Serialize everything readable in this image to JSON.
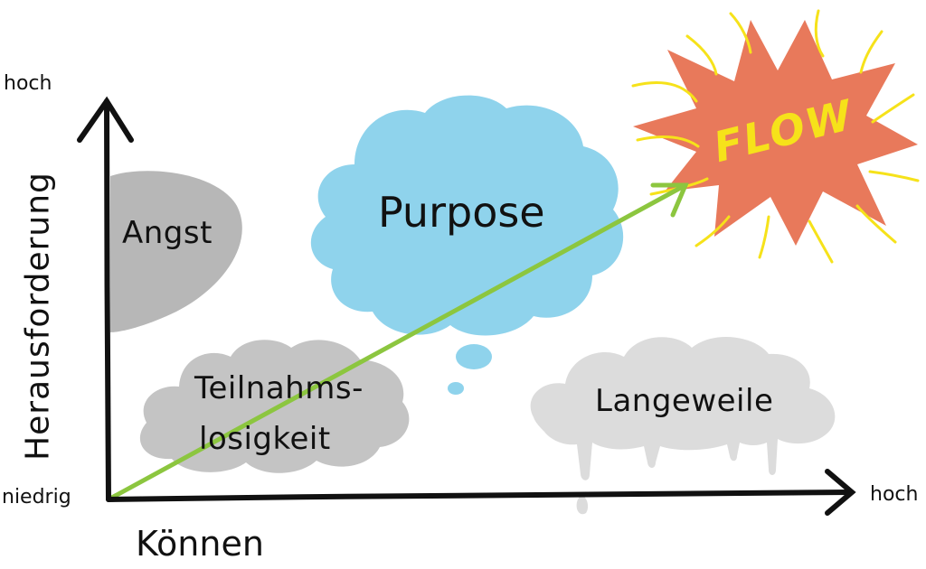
{
  "axes": {
    "y_title": "Herausforderung",
    "y_high": "hoch",
    "origin": "niedrig",
    "x_title": "Können",
    "x_high": "hoch"
  },
  "regions": {
    "angst": "Angst",
    "teilnahms_line1": "Teilnahms-",
    "teilnahms_line2": "losigkeit",
    "langeweile": "Langeweile",
    "purpose": "Purpose",
    "flow": "FLOW"
  },
  "colors": {
    "axis": "#111111",
    "angst_blob": "#b7b7b7",
    "teilnahms_cloud": "#c4c4c4",
    "langeweile_cloud": "#dcdcdc",
    "purpose_cloud": "#8fd3ec",
    "growth_arrow": "#8cc63f",
    "flow_burst": "#e8795b",
    "flow_text": "#f6e21a"
  }
}
